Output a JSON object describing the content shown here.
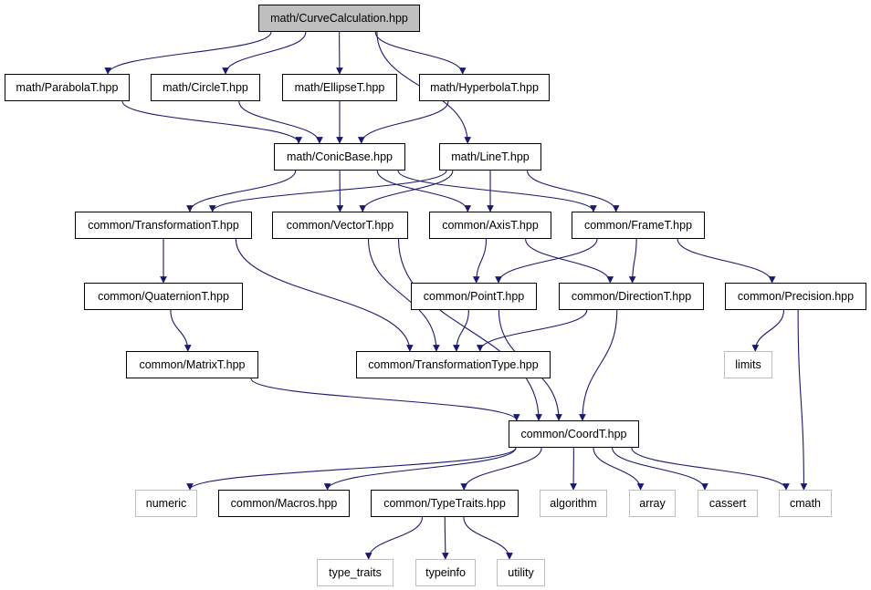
{
  "colors": {
    "edge": "#191970",
    "root_fill": "#bfbfbf",
    "external_border": "#bfbfbf"
  },
  "nodes": {
    "curve_calculation": "math/CurveCalculation.hpp",
    "parabola": "math/ParabolaT.hpp",
    "circle": "math/CircleT.hpp",
    "ellipse": "math/EllipseT.hpp",
    "hyperbola": "math/HyperbolaT.hpp",
    "conic_base": "math/ConicBase.hpp",
    "line": "math/LineT.hpp",
    "transformation": "common/TransformationT.hpp",
    "vector": "common/VectorT.hpp",
    "axis": "common/AxisT.hpp",
    "frame": "common/FrameT.hpp",
    "quaternion": "common/QuaternionT.hpp",
    "point": "common/PointT.hpp",
    "direction": "common/DirectionT.hpp",
    "precision": "common/Precision.hpp",
    "matrix": "common/MatrixT.hpp",
    "transformation_type": "common/TransformationType.hpp",
    "limits": "limits",
    "coord": "common/CoordT.hpp",
    "numeric": "numeric",
    "macros": "common/Macros.hpp",
    "type_traits_hpp": "common/TypeTraits.hpp",
    "algorithm": "algorithm",
    "array": "array",
    "cassert": "cassert",
    "cmath": "cmath",
    "type_traits": "type_traits",
    "typeinfo": "typeinfo",
    "utility": "utility"
  },
  "edges": [
    [
      "curve_calculation",
      "parabola"
    ],
    [
      "curve_calculation",
      "circle"
    ],
    [
      "curve_calculation",
      "ellipse"
    ],
    [
      "curve_calculation",
      "hyperbola"
    ],
    [
      "curve_calculation",
      "line"
    ],
    [
      "parabola",
      "conic_base"
    ],
    [
      "circle",
      "conic_base"
    ],
    [
      "ellipse",
      "conic_base"
    ],
    [
      "hyperbola",
      "conic_base"
    ],
    [
      "conic_base",
      "transformation"
    ],
    [
      "conic_base",
      "vector"
    ],
    [
      "conic_base",
      "axis"
    ],
    [
      "conic_base",
      "frame"
    ],
    [
      "line",
      "transformation"
    ],
    [
      "line",
      "vector"
    ],
    [
      "line",
      "axis"
    ],
    [
      "line",
      "frame"
    ],
    [
      "transformation",
      "quaternion"
    ],
    [
      "transformation",
      "transformation_type"
    ],
    [
      "quaternion",
      "matrix"
    ],
    [
      "matrix",
      "coord"
    ],
    [
      "vector",
      "transformation_type"
    ],
    [
      "vector",
      "coord"
    ],
    [
      "axis",
      "point"
    ],
    [
      "axis",
      "direction"
    ],
    [
      "frame",
      "point"
    ],
    [
      "frame",
      "direction"
    ],
    [
      "frame",
      "precision"
    ],
    [
      "point",
      "transformation_type"
    ],
    [
      "point",
      "coord"
    ],
    [
      "direction",
      "transformation_type"
    ],
    [
      "direction",
      "coord"
    ],
    [
      "precision",
      "limits"
    ],
    [
      "precision",
      "cmath"
    ],
    [
      "coord",
      "numeric"
    ],
    [
      "coord",
      "macros"
    ],
    [
      "coord",
      "type_traits_hpp"
    ],
    [
      "coord",
      "algorithm"
    ],
    [
      "coord",
      "array"
    ],
    [
      "coord",
      "cassert"
    ],
    [
      "coord",
      "cmath"
    ],
    [
      "type_traits_hpp",
      "type_traits"
    ],
    [
      "type_traits_hpp",
      "typeinfo"
    ],
    [
      "type_traits_hpp",
      "utility"
    ]
  ]
}
